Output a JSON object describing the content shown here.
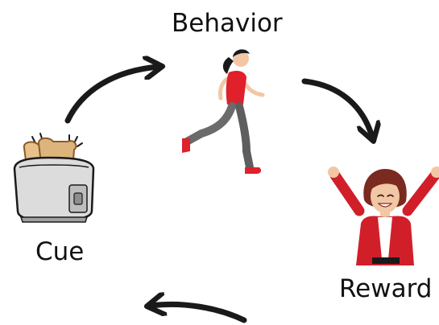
{
  "diagram": {
    "labels": {
      "behavior": "Behavior",
      "cue": "Cue",
      "reward": "Reward"
    },
    "illustrations": {
      "behavior": "running-woman-illustration",
      "cue": "toaster-with-toast-illustration",
      "reward": "celebrating-woman-illustration"
    },
    "colors": {
      "arrow": "#1a1a1a",
      "accent_red": "#e0202a",
      "text": "#111111"
    }
  }
}
